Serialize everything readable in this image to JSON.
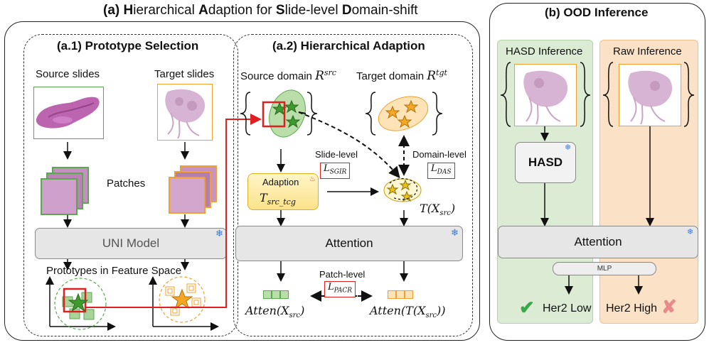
{
  "main_title": {
    "p1": "(a) ",
    "b1": "H",
    "p2": "ierarchical ",
    "b2": "A",
    "p3": "daption for ",
    "b3": "S",
    "p4": "lide-level ",
    "b4": "D",
    "p5": "omain-shift"
  },
  "a1": {
    "title": "(a.1) Prototype Selection",
    "source_label": "Source slides",
    "target_label": "Target slides",
    "patches_label": "Patches",
    "model_label": "UNI Model",
    "prototypes_label": "Prototypes in Feature Space"
  },
  "a2": {
    "title": "(a.2) Hierarchical Adaption",
    "source_domain": {
      "text": "Source domain ",
      "sym": "R",
      "sup": "src"
    },
    "target_domain": {
      "text": "Target domain ",
      "sym": "R",
      "sup": "tgt"
    },
    "slide_level": "Slide-level",
    "domain_level": "Domain-level",
    "patch_level": "Patch-level",
    "loss_sgir": {
      "sym": "L",
      "sub": "SGIR"
    },
    "loss_das": {
      "sym": "L",
      "sub": "DAS"
    },
    "loss_pacr": {
      "sym": "L",
      "sub": "PACR"
    },
    "adaption_label": "Adaption",
    "transform": {
      "sym": "T",
      "sub": "src_tcg"
    },
    "t_xsrc": "T(X",
    "t_xsrc_sub": "src",
    "t_xsrc_end": ")",
    "attention_label": "Attention",
    "atten_src": "Atten(X",
    "atten_src_sub": "src",
    "atten_src_end": ")",
    "atten_t": "Atten(T(X",
    "atten_t_sub": "src",
    "atten_t_end": "))"
  },
  "b": {
    "title": "(b) OOD Inference",
    "hasd_inference": "HASD Inference",
    "raw_inference": "Raw Inference",
    "hasd_box": "HASD",
    "attention_label": "Attention",
    "mlp_label": "MLP",
    "her2_low": "Her2 Low",
    "her2_high": "Her2 High"
  },
  "colors": {
    "green_accent": "#5aa84f",
    "orange_accent": "#f0a030",
    "red_highlight": "#e02020",
    "hasd_bg": "#dcebd3",
    "raw_bg": "#fbe1c6",
    "snowflake": "#3a7bd5"
  }
}
